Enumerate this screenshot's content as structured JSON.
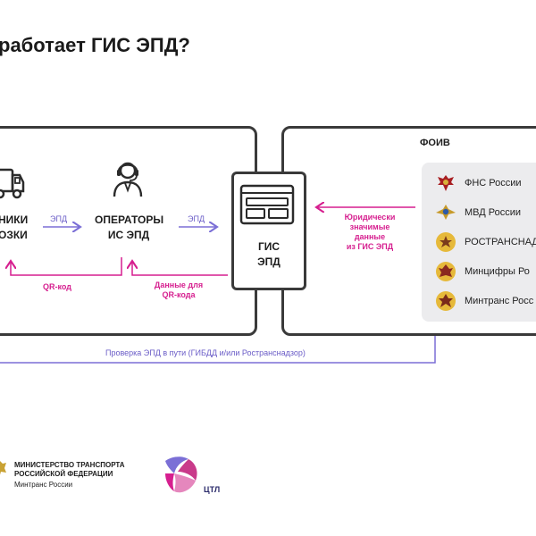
{
  "slide": {
    "title": "работает ГИС ЭПД?"
  },
  "left_panel": {
    "carrier_label_line1": "НИКИ",
    "carrier_label_line2": "ОЗКИ",
    "operators_label_line1": "ОПЕРАТОРЫ",
    "operators_label_line2": "ИС ЭПД",
    "epd_arrow_1": "ЭПД",
    "epd_arrow_2": "ЭПД",
    "qr_label": "QR-код",
    "qr_data_line1": "Данные для",
    "qr_data_line2": "QR-кода"
  },
  "gis": {
    "label_line1": "ГИС",
    "label_line2": "ЭПД"
  },
  "right_panel": {
    "header": "ФОИВ",
    "legal_line1": "Юридически",
    "legal_line2": "значимые",
    "legal_line3": "данные",
    "legal_line4": "из ГИС ЭПД",
    "agencies": [
      {
        "name": "ФНС России",
        "icon": "emblem-eagle-icon"
      },
      {
        "name": "МВД России",
        "icon": "emblem-mvd-icon"
      },
      {
        "name": "РОСТРАНСНАД",
        "icon": "emblem-gold-icon"
      },
      {
        "name": "Минцифры Ро",
        "icon": "emblem-gold-icon"
      },
      {
        "name": "Минтранс Росс",
        "icon": "emblem-gold-icon"
      }
    ]
  },
  "check_line": {
    "label": "Проверка ЭПД в пути (ГИБДД и/или Ространснадзор)"
  },
  "footer": {
    "ministry_line1": "МИНИСТЕРСТВО ТРАНСПОРТА",
    "ministry_line2": "РОССИЙСКОЙ ФЕДЕРАЦИИ",
    "ministry_line3": "Минтранс России",
    "ctl_label": "ЦТЛ"
  },
  "colors": {
    "purple": "#7b6fd6",
    "pink": "#d61f8f",
    "dark": "#3a3a3a",
    "gray_panel": "#ececee"
  }
}
